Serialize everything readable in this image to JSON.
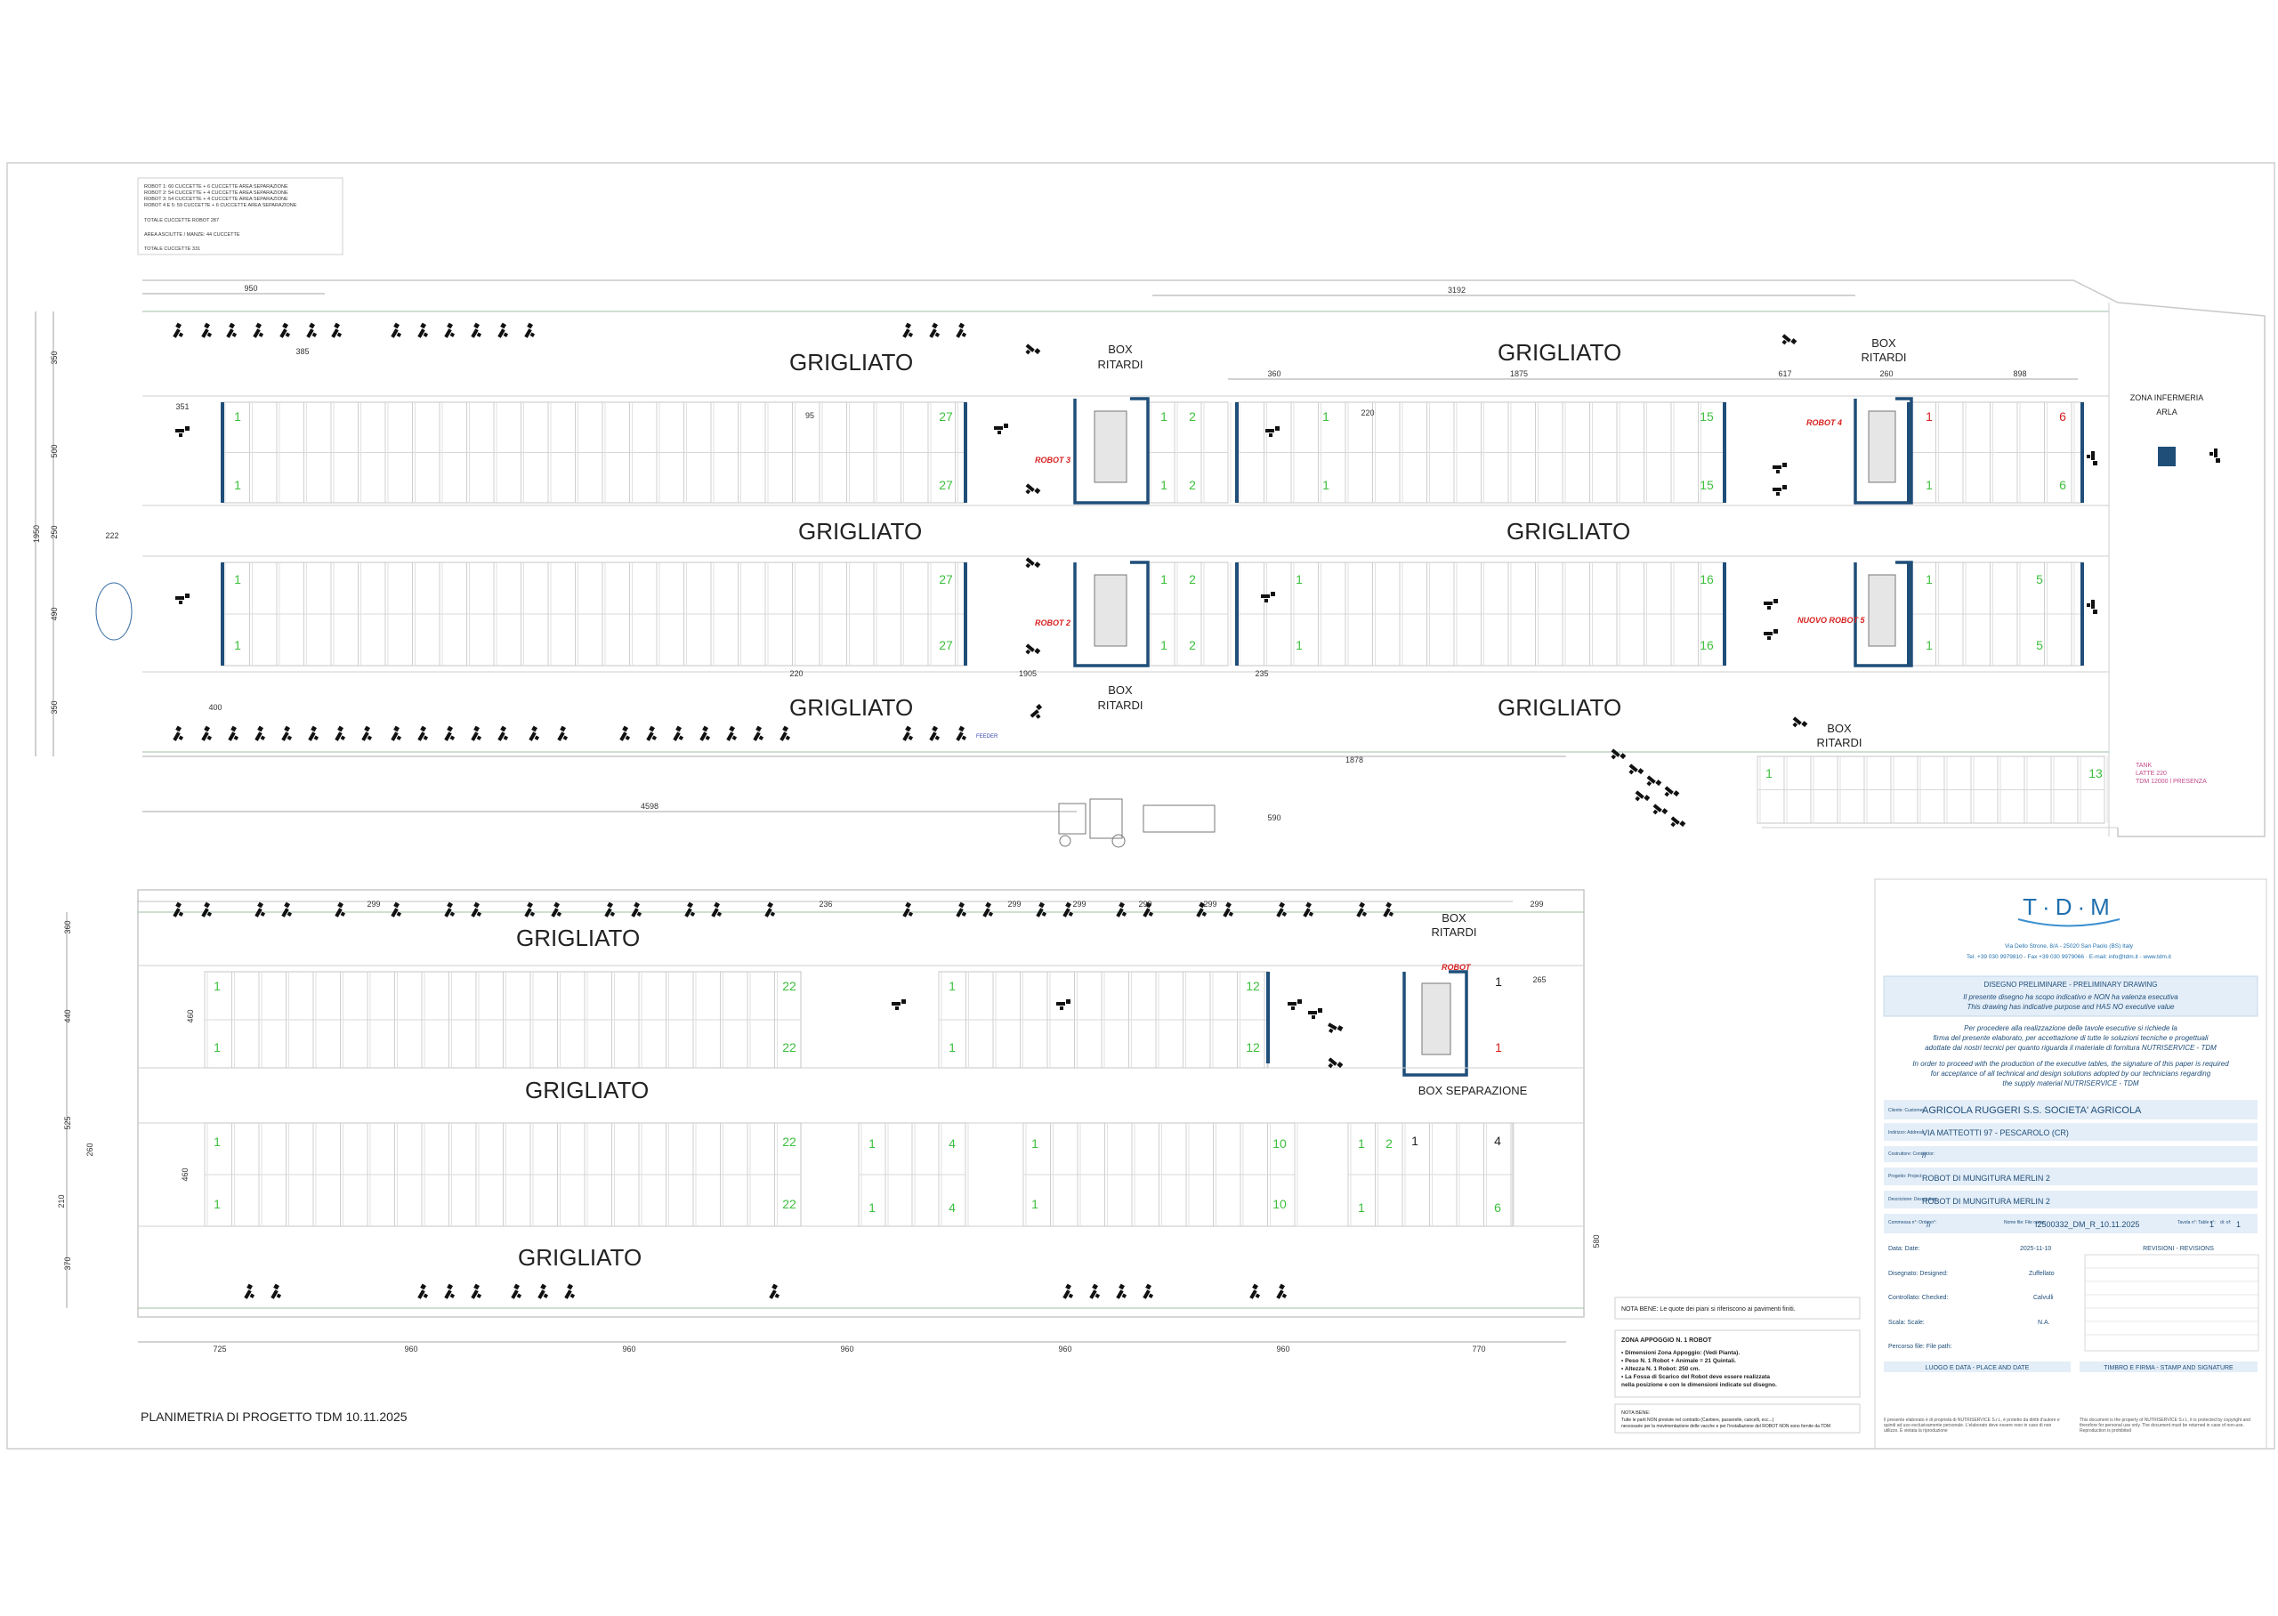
{
  "notes_top": {
    "lines": [
      "ROBOT 1: 60 CUCCETTE + 6 CUCCETTE AREA SEPARAZIONE",
      "ROBOT 2: 54 CUCCETTE + 4 CUCCETTE AREA SEPARAZIONE",
      "ROBOT 3: 54 CUCCETTE + 4 CUCCETTE AREA SEPARAZIONE",
      "ROBOT 4 E 5: 59 CUCCETTE + 6 CUCCETTE AREA SEPARAZIONE",
      "TOTALE CUCCETTE ROBOT 287",
      "AREA ASCIUTTE / MANZE: 44 CUCCETTE",
      "TOTALE CUCCETTE 331"
    ]
  },
  "labels": {
    "grigliato": "GRIGLIATO",
    "box_ritardi": "BOX",
    "box_ritardi_2": "RITARDI",
    "box_separazione": "BOX SEPARAZIONE",
    "robot_3": "ROBOT 3",
    "robot_2": "ROBOT 2",
    "robot_4": "ROBOT 4",
    "nuovo_robot_5": "NUOVO ROBOT 5",
    "robot_1": "ROBOT",
    "zona_infermeria": "ZONA INFERMERIA",
    "arla": "ARLA",
    "tank": "TANK",
    "tank_sub1": "LATTE 220",
    "tank_sub2": "TDM 12000 l PRESENZA",
    "feeder": "FEEDER",
    "planimetria": "PLANIMETRIA DI PROGETTO TDM 10.11.2025"
  },
  "dimensions": {
    "d950": "950",
    "d3192": "3192",
    "d360": "360",
    "d1875": "1875",
    "d617": "617",
    "d260": "260",
    "d898": "898",
    "d351": "351",
    "d95": "95",
    "d220a": "220",
    "d222": "222",
    "d220b": "220",
    "d1905": "1905",
    "d235": "235",
    "d1878": "1878",
    "d4598": "4598",
    "d590": "590",
    "d1950": "1950",
    "d350a": "350",
    "d500": "500",
    "d250": "250",
    "d490": "490",
    "d350b": "350",
    "d236": "236",
    "d299": "299",
    "d265": "265",
    "d460a": "460",
    "d460b": "460",
    "d360b": "360",
    "d440": "440",
    "d525": "525",
    "d260b": "260",
    "d210": "210",
    "d370": "370",
    "d580": "580",
    "d725": "725",
    "d960": "960",
    "d770": "770",
    "d385": "385",
    "d400": "400"
  },
  "counts": {
    "c1": "1",
    "c2": "2",
    "c4": "4",
    "c5": "5",
    "c6": "6",
    "c10": "10",
    "c12": "12",
    "c13": "13",
    "c15": "15",
    "c16": "16",
    "c22": "22",
    "c27": "27"
  },
  "notes_bottom": {
    "nota_bene": "NOTA BENE: Le quote dei piani si riferiscono ai pavimenti finiti.",
    "zona_title": "ZONA APPOGGIO N. 1 ROBOT",
    "zona_lines": [
      "• Dimensioni Zona Appoggio: (Vedi Pianta).",
      "• Peso N. 1 Robot + Animale = 21 Quintali.",
      "• Altezza N. 1 Robot: 250 cm.",
      "• La Fossa di Scarico del Robot deve essere realizzata",
      "  nella posizione e con le dimensioni indicate sul disegno."
    ],
    "nota_bene_2_title": "NOTA BENE:",
    "nota_bene_2_lines": [
      "Tutte le parti NON previste nel contratto (Cantiere, passerelle, cancelli, ecc...)",
      "necessarie per la movimentazione delle vacche e per l'installazione del ROBOT NON sono fornite da TDM"
    ]
  },
  "title_block": {
    "logo": "T·D·M",
    "address": "Via Dello Strone, 8/A - 25020 San Paolo (BS) Italy",
    "contacts": "Tel. +39 030 9979810 - Fax +39 030 9979066 · E-mail: info@tdm.it - www.tdm.it",
    "preliminary": "DISEGNO PRELIMINARE - PRELIMINARY DRAWING",
    "prelim_it_1": "Il presente disegno ha scopo indicativo e NON ha valenza esecutiva",
    "prelim_en_1": "This drawing has indicative purpose and HAS NO executive value",
    "exec_it_1": "Per procedere alla realizzazione delle tavole esecutive si richiede la",
    "exec_it_2": "firma del presente elaborato, per accettazione di tutte le soluzioni tecniche e progettuali",
    "exec_it_3": "adottate dai nostri tecnici per quanto riguarda il materiale di fornitura NUTRISERVICE - TDM",
    "exec_en_1": "In order to proceed with the production of the executive tables, the signature of this paper is required",
    "exec_en_2": "for acceptance of all technical and design solutions adopted by our technicians regarding",
    "exec_en_3": "the supply material NUTRISERVICE - TDM",
    "cliente_label": "Cliente: Customer:",
    "cliente": "AGRICOLA RUGGERI S.S. SOCIETA' AGRICOLA",
    "indirizzo_label": "Indirizzo: Address:",
    "indirizzo": "VIA MATTEOTTI 97 - PESCAROLO (CR)",
    "costruttore_label": "Costruttore: Contractor:",
    "costruttore": "//",
    "progetto_label": "Progetto: Project:",
    "progetto": "ROBOT DI MUNGITURA MERLIN 2",
    "descrizione_label": "Descrizione: Description:",
    "descrizione": "ROBOT DI MUNGITURA MERLIN 2",
    "commessa_label": "Commessa n°: Order n°:",
    "commessa": "//",
    "file_label": "Nome file: File name:",
    "file_name": "I2500332_DM_R_10.11.2025",
    "tavola_label": "Tavola n°: Table n°:",
    "tavola": "1",
    "di_label": "di: of:",
    "di": "1",
    "data_label": "Data: Date:",
    "data": "2025-11-10",
    "revisioni": "REVISIONI - REVISIONS",
    "disegnato_label": "Disegnato: Designed:",
    "disegnato": "Zuffellato",
    "controllato_label": "Controllato: Checked:",
    "controllato": "Calvulli",
    "scala_label": "Scala: Scale:",
    "scala": "N.A.",
    "percorso_label": "Percorso file: File path:",
    "luogo": "LUOGO E DATA - PLACE AND DATE",
    "timbro": "TIMBRO E FIRMA - STAMP AND SIGNATURE",
    "footer_it": "Il presente elaborato è di proprietà di NUTRISERVICE S.r.l., è protetto da diritti d'autore e quindi ad uso esclusivamente personale. L'elaborato deve essere reso in caso di non utilizzo. È vietata la riproduzione",
    "footer_en": "This document is the property of NUTRISERVICE S.r.l., it is protected by copyright and therefore for personal use only. The document must be returned in case of non-use. Reproduction is prohibited"
  }
}
